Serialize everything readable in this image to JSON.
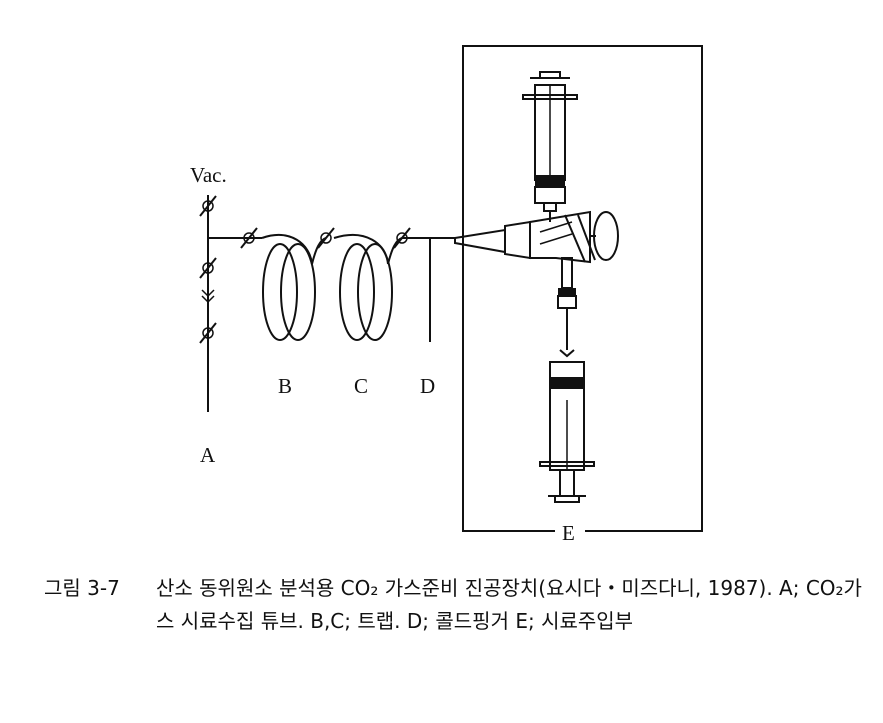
{
  "labels": {
    "vac": "Vac.",
    "a": "A",
    "b": "B",
    "c": "C",
    "d": "D",
    "e": "E"
  },
  "caption": {
    "number": "그림 3-7",
    "text": "산소 동위원소 분석용 CO₂ 가스준비 진공장치(요시다・미즈다니, 1987). A; CO₂가스 시료수집 튜브. B,C; 트랩. D; 콜드핑거 E; 시료주입부"
  }
}
